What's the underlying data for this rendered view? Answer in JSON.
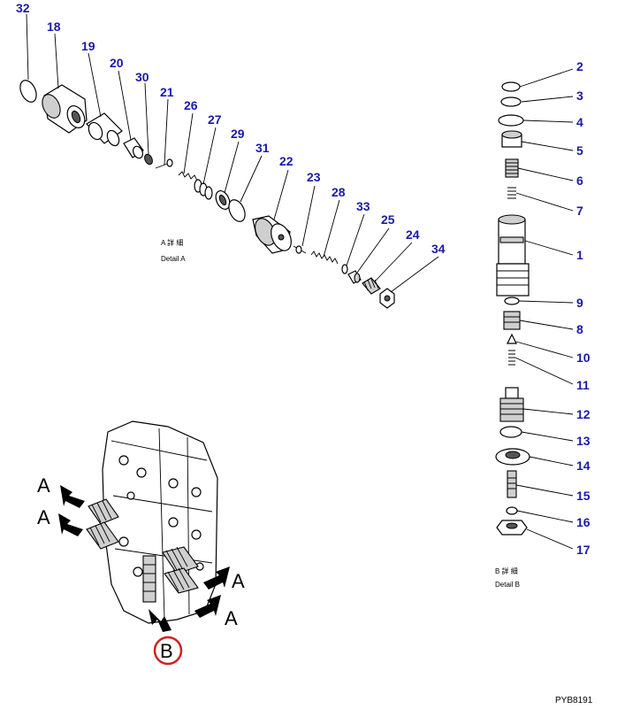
{
  "callouts": [
    {
      "id": "32",
      "label": "32"
    },
    {
      "id": "18",
      "label": "18"
    },
    {
      "id": "19",
      "label": "19"
    },
    {
      "id": "20",
      "label": "20"
    },
    {
      "id": "30",
      "label": "30"
    },
    {
      "id": "21",
      "label": "21"
    },
    {
      "id": "26",
      "label": "26"
    },
    {
      "id": "27",
      "label": "27"
    },
    {
      "id": "29",
      "label": "29"
    },
    {
      "id": "31",
      "label": "31"
    },
    {
      "id": "22",
      "label": "22"
    },
    {
      "id": "23",
      "label": "23"
    },
    {
      "id": "28",
      "label": "28"
    },
    {
      "id": "33",
      "label": "33"
    },
    {
      "id": "25",
      "label": "25"
    },
    {
      "id": "24",
      "label": "24"
    },
    {
      "id": "34",
      "label": "34"
    },
    {
      "id": "2",
      "label": "2"
    },
    {
      "id": "3",
      "label": "3"
    },
    {
      "id": "4",
      "label": "4"
    },
    {
      "id": "5",
      "label": "5"
    },
    {
      "id": "6",
      "label": "6"
    },
    {
      "id": "7",
      "label": "7"
    },
    {
      "id": "1",
      "label": "1"
    },
    {
      "id": "9",
      "label": "9"
    },
    {
      "id": "8",
      "label": "8"
    },
    {
      "id": "10",
      "label": "10"
    },
    {
      "id": "11",
      "label": "11"
    },
    {
      "id": "12",
      "label": "12"
    },
    {
      "id": "13",
      "label": "13"
    },
    {
      "id": "14",
      "label": "14"
    },
    {
      "id": "15",
      "label": "15"
    },
    {
      "id": "16",
      "label": "16"
    },
    {
      "id": "17",
      "label": "17"
    }
  ],
  "detail_a": {
    "jp": "A 詳 細",
    "en": "Detail A"
  },
  "detail_b": {
    "jp": "B 詳 細",
    "en": "Detail B"
  },
  "view_markers": {
    "a": "A",
    "b": "B"
  },
  "drawing_ref": "PYB8191",
  "colors": {
    "callout": "#1a1aa8",
    "highlight": "#d42020",
    "line": "#000000"
  }
}
